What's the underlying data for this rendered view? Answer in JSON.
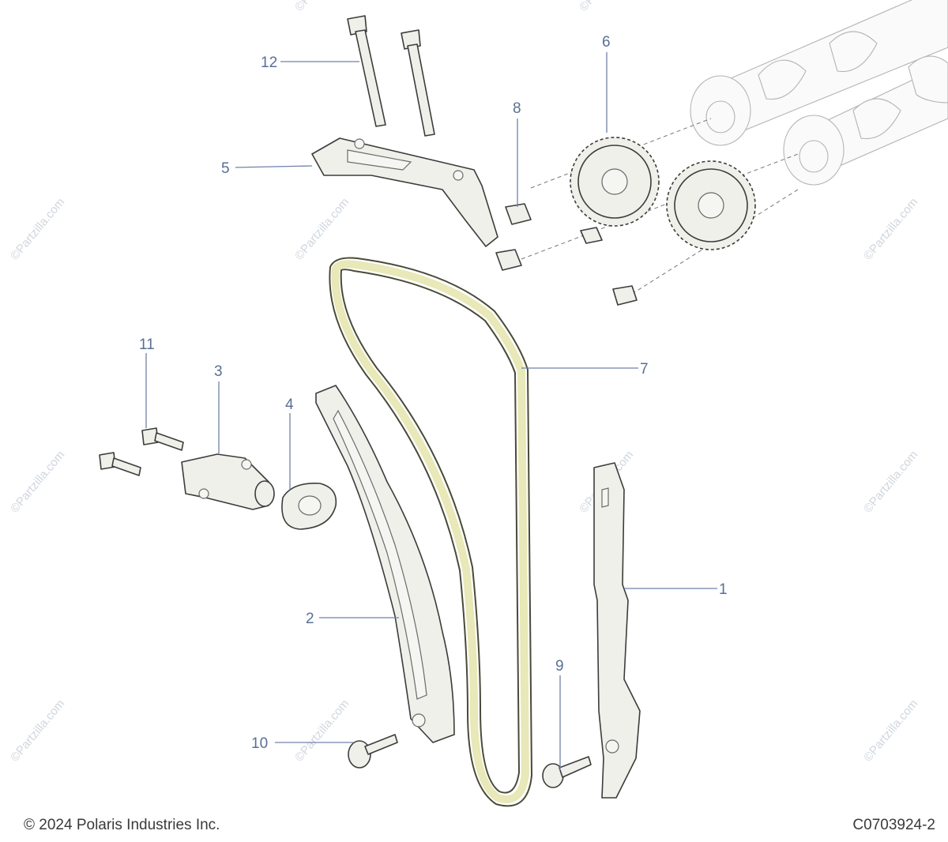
{
  "callouts": [
    "1",
    "2",
    "3",
    "4",
    "5",
    "6",
    "7",
    "8",
    "9",
    "10",
    "11",
    "12"
  ],
  "watermark": "©Partzilla.com",
  "footer": {
    "copyright": "© 2024 Polaris Industries Inc.",
    "figure_code": "C0703924-2"
  }
}
